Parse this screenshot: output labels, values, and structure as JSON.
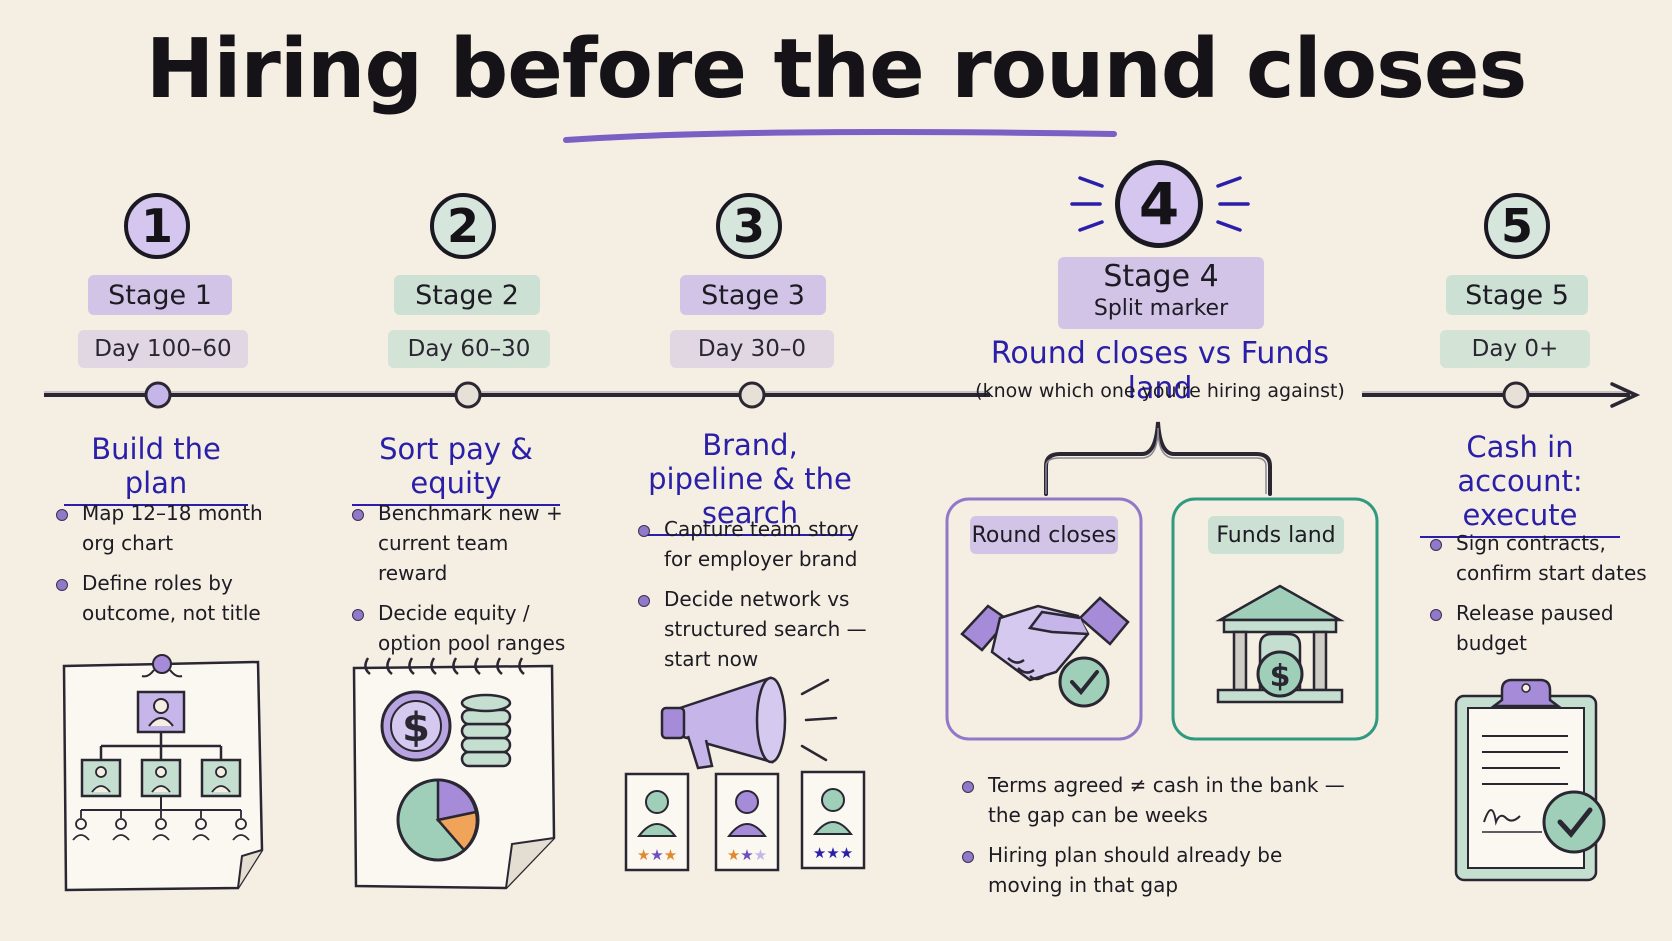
{
  "title": "Hiring before the round closes",
  "stages": [
    {
      "number": "1",
      "label": "Stage 1",
      "day": "Day 100–60",
      "heading": "Build the plan",
      "bullets": [
        "Map 12–18 month org chart",
        "Define roles by outcome, not title"
      ],
      "icon": "org-chart-icon"
    },
    {
      "number": "2",
      "label": "Stage 2",
      "day": "Day 60–30",
      "heading": "Sort pay & equity",
      "bullets": [
        "Benchmark new + current team reward",
        "Decide equity / option pool ranges"
      ],
      "icon": "calendar-money-icon"
    },
    {
      "number": "3",
      "label": "Stage 3",
      "day": "Day 30–0",
      "heading": "Brand, pipeline & the search",
      "bullets": [
        "Capture team story for employer brand",
        "Decide network vs structured search — start now"
      ],
      "icon": "megaphone-candidates-icon"
    },
    {
      "number": "4",
      "label": "Stage 4",
      "sublabel": "Split marker",
      "heading": "Round closes vs Funds land",
      "subheading": "(know which one you're hiring against)",
      "boxes": [
        {
          "label": "Round closes",
          "icon": "handshake-check-icon"
        },
        {
          "label": "Funds land",
          "icon": "bank-dollar-icon"
        }
      ],
      "bullets": [
        "Terms agreed ≠ cash in the bank — the gap can be weeks",
        "Hiring plan should already be moving in that gap"
      ]
    },
    {
      "number": "5",
      "label": "Stage 5",
      "day": "Day 0+",
      "heading": "Cash in account: execute",
      "bullets": [
        "Sign contracts, confirm start dates",
        "Release paused budget"
      ],
      "icon": "clipboard-check-icon"
    }
  ],
  "colors": {
    "purple": "#c6b5e8",
    "purple_dark": "#8f79c8",
    "green": "#c4ded0",
    "green_dark": "#2f9a80",
    "heading_blue": "#2a1fa8",
    "background": "#f5eee2"
  }
}
